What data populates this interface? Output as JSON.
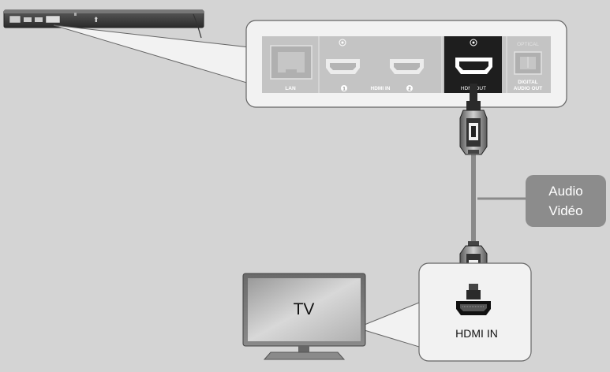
{
  "rear_panel": {
    "lan_label": "LAN",
    "hdmi_in_label": "HDMI IN",
    "hdmi_in_port_1": "1",
    "hdmi_in_port_2": "2",
    "hdmi_out_label": "HDMI OUT",
    "optical_label": "OPTICAL",
    "digital_audio_out_line1": "DIGITAL",
    "digital_audio_out_line2": "AUDIO OUT"
  },
  "signal_tag": {
    "line1": "Audio",
    "line2": "Vidéo"
  },
  "tv": {
    "label": "TV"
  },
  "tv_port_callout": {
    "label": "HDMI IN"
  },
  "colors": {
    "background": "#d4d4d4",
    "panel_fill": "#f2f2f2",
    "port_grey": "#b9b9b9",
    "highlight_port": "#1e1e1e",
    "cable": "#8a8a8a",
    "tag_fill": "#8c8c8c"
  },
  "icons": [
    "player-icon",
    "hdmi-plug-icon",
    "tv-icon",
    "hdmi-port-icon"
  ]
}
